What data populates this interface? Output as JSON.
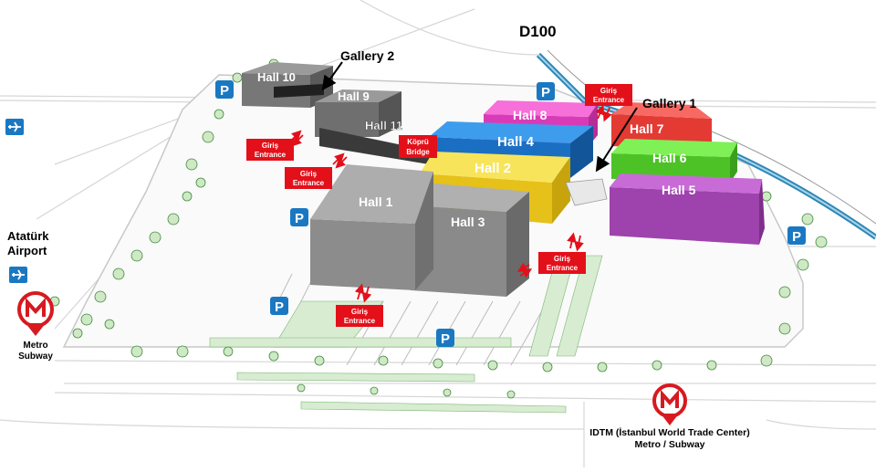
{
  "road": {
    "label": "D100"
  },
  "halls": [
    {
      "id": "hall-1",
      "label": "Hall 1",
      "color": "#8c8c8c"
    },
    {
      "id": "hall-2",
      "label": "Hall 2",
      "color": "#f5d31f"
    },
    {
      "id": "hall-3",
      "label": "Hall 3",
      "color": "#8a8a8a"
    },
    {
      "id": "hall-4",
      "label": "Hall 4",
      "color": "#1e7fd4"
    },
    {
      "id": "hall-5",
      "label": "Hall 5",
      "color": "#b04fc0"
    },
    {
      "id": "hall-6",
      "label": "Hall 6",
      "color": "#5fdc2f"
    },
    {
      "id": "hall-7",
      "label": "Hall 7",
      "color": "#f0443e"
    },
    {
      "id": "hall-8",
      "label": "Hall 8",
      "color": "#f052cf"
    },
    {
      "id": "hall-9",
      "label": "Hall 9",
      "color": "#6a6a6a"
    },
    {
      "id": "hall-10",
      "label": "Hall 10",
      "color": "#6a6a6a"
    },
    {
      "id": "hall-11",
      "label": "Hall 11",
      "color": "#3a3a3a"
    }
  ],
  "galleries": {
    "g1": "Gallery 1",
    "g2": "Gallery 2"
  },
  "bridge": {
    "line1": "Köprü",
    "line2": "Bridge"
  },
  "entrance": {
    "line1": "Giriş",
    "line2": "Entrance"
  },
  "parking": {
    "symbol": "P"
  },
  "airport": {
    "name_line1": "Atatürk",
    "name_line2": "Airport",
    "icon": "airplane-icon"
  },
  "metro_left": {
    "line1": "Metro",
    "line2": "Subway",
    "icon": "metro-m-icon"
  },
  "metro_right": {
    "line1": "IDTM (İstanbul World Trade Center)",
    "line2": "Metro / Subway",
    "icon": "metro-m-icon"
  },
  "colors": {
    "entrance_red": "#e3101a",
    "parking_blue": "#1a78c2",
    "water": "#2e87b5",
    "tree": "#3f8a3b"
  }
}
